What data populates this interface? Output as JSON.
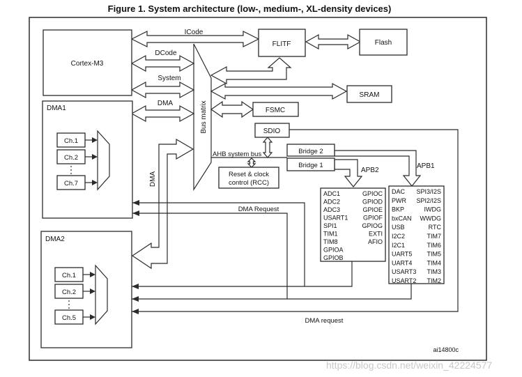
{
  "title": "Figure 1. System architecture (low-, medium-, XL-density devices)",
  "blocks": {
    "cortex": "Cortex-M3",
    "dma1": "DMA1",
    "dma2": "DMA2",
    "flitf": "FLITF",
    "flash": "Flash",
    "sram": "SRAM",
    "fsmc": "FSMC",
    "sdio": "SDIO",
    "bus_matrix": "Bus matrix",
    "bridge2": "Bridge 2",
    "bridge1": "Bridge 1",
    "rcc_line1": "Reset & clock",
    "rcc_line2": "control (RCC)"
  },
  "buses": {
    "icode": "ICode",
    "dcode": "DCode",
    "system": "System",
    "dma_horizontal": "DMA",
    "dma_vertical": "DMA",
    "ahb": "AHB system bus",
    "apb2": "APB2",
    "apb1": "APB1"
  },
  "dma1_channels": [
    "Ch.1",
    "Ch.2",
    "Ch.7"
  ],
  "dma2_channels": [
    "Ch.1",
    "Ch.2",
    "Ch.5"
  ],
  "labels": {
    "dma_request_upper": "DMA Request",
    "dma_request_lower": "DMA request",
    "artwork_id": "ai14800c",
    "watermark": "https://blog.csdn.net/weixin_42224577"
  },
  "apb2_box": {
    "left": [
      "ADC1",
      "ADC2",
      "ADC3",
      "USART1",
      "SPI1",
      "TIM1",
      "TIM8",
      "GPIOA",
      "GPIOB"
    ],
    "right": [
      "GPIOC",
      "GPIOD",
      "GPIOE",
      "GPIOF",
      "GPIOG",
      "EXTI",
      "AFIO"
    ]
  },
  "apb1_box": {
    "left": [
      "DAC",
      "PWR",
      "BKP",
      "bxCAN",
      "USB",
      "I2C2",
      "I2C1",
      "UART5",
      "UART4",
      "USART3",
      "USART2"
    ],
    "right": [
      "SPI3/I2S",
      "SPI2/I2S",
      "IWDG",
      "WWDG",
      "RTC",
      "TIM7",
      "TIM6",
      "TIM5",
      "TIM4",
      "TIM3",
      "TIM2"
    ]
  },
  "colors": {
    "line": "#2b2b2b",
    "text": "#111111",
    "watermark": "#c9c9c9",
    "background": "#ffffff"
  }
}
